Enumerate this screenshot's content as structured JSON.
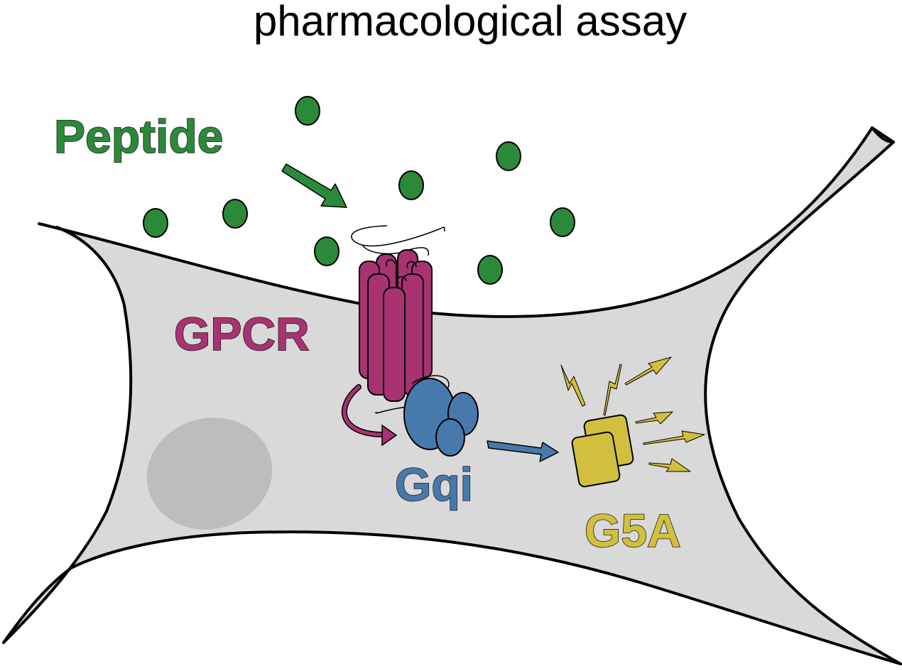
{
  "title": "pharmacological assay",
  "labels": {
    "peptide": "Peptide",
    "gpcr": "GPCR",
    "gqi": "Gqi",
    "g5a": "G5A"
  },
  "colors": {
    "peptide": "#2a8a3a",
    "gpcr": "#a83272",
    "gqi": "#4779ac",
    "g5a": "#d2bf3e",
    "cell": "#d9d9d9",
    "nucleus": "#bdbdbd",
    "outline": "#000000"
  }
}
